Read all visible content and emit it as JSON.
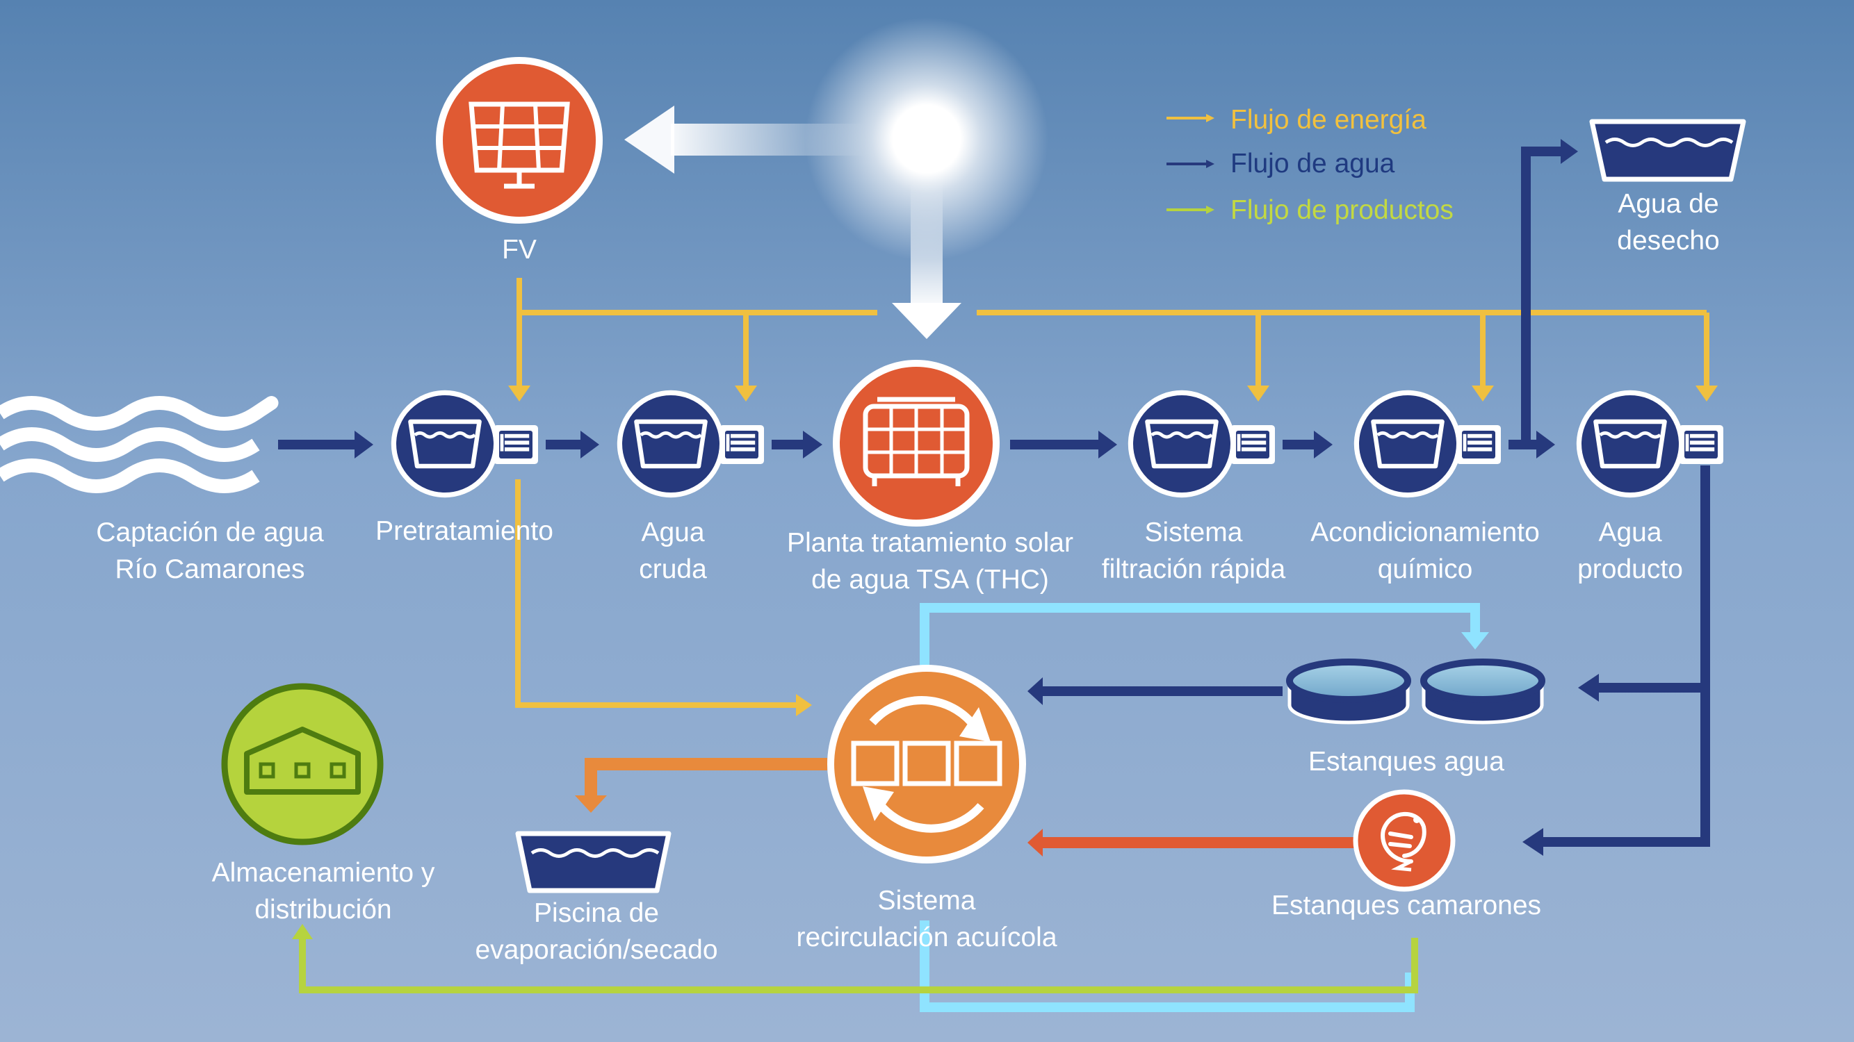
{
  "legend": {
    "energy": "Flujo de energía",
    "water": "Flujo de agua",
    "products": "Flujo de productos"
  },
  "colors": {
    "energy": "#f0c040",
    "water": "#26397d",
    "products": "#b6d33f",
    "recirculation": "#8fe3ff",
    "orange_node": "#e05a33",
    "acuicola_node": "#e88a3c",
    "storage_node": "#b5d33d",
    "legend_energy_text": "#f2c13e",
    "legend_water_text": "#1f3a80",
    "legend_products_text": "#c3d941"
  },
  "nodes": {
    "fv": "FV",
    "captacion": "Captación de agua\nRío Camarones",
    "pretratamiento": "Pretratamiento",
    "agua_cruda": "Agua\ncruda",
    "planta": "Planta tratamiento solar\nde agua TSA (THC)",
    "filtracion": "Sistema\nfiltración rápida",
    "acondicionamiento": "Acondicionamiento\nquímico",
    "agua_producto": "Agua\nproducto",
    "agua_desecho": "Agua de\ndesecho",
    "estanques_agua": "Estanques agua",
    "estanques_camarones": "Estanques camarones",
    "recirculacion": "Sistema\nrecirculación acuícola",
    "piscina": "Piscina de\nevaporación/secado",
    "almacenamiento": "Almacenamiento y\ndistribución"
  },
  "icons": {
    "sun": "sun-icon",
    "solar_panel": "solar-panel-icon",
    "solar_collector": "solar-collector-icon",
    "water_waves": "water-waves-icon",
    "tank": "water-tank-icon",
    "pond": "pond-icon",
    "shrimp": "shrimp-icon",
    "recycle": "recycle-icon",
    "warehouse": "warehouse-icon",
    "basin": "basin-icon"
  }
}
